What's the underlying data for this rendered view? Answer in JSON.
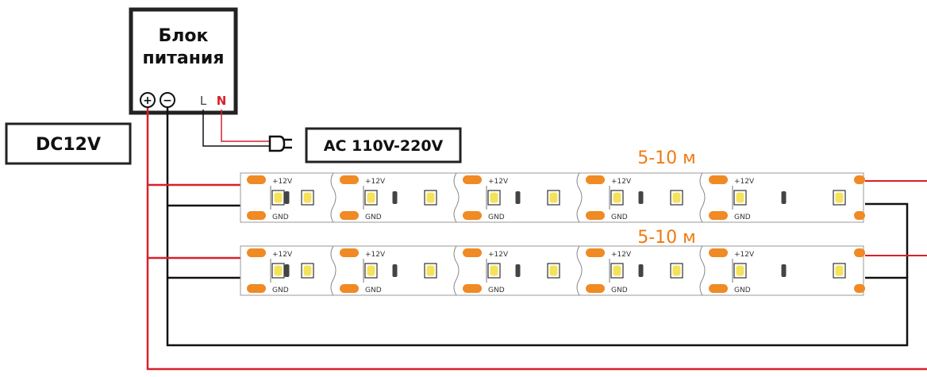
{
  "power_supply": {
    "title_line1": "Блок",
    "title_line2": "питания",
    "plus_symbol": "+",
    "minus_symbol": "−",
    "l_label": "L",
    "n_label": "N"
  },
  "dc_label": "DC12V",
  "ac_label": "AC 110V-220V",
  "strips": [
    {
      "length_label": "5-10 м"
    },
    {
      "length_label": "5-10 м"
    }
  ],
  "strip_labels": {
    "plus": "+12V",
    "gnd": "GND"
  },
  "colors": {
    "positive_wire": "#d8202a",
    "negative_wire": "#111111",
    "pad": "#f08a24",
    "length_text": "#f07a10",
    "strip_outline": "#999999"
  }
}
